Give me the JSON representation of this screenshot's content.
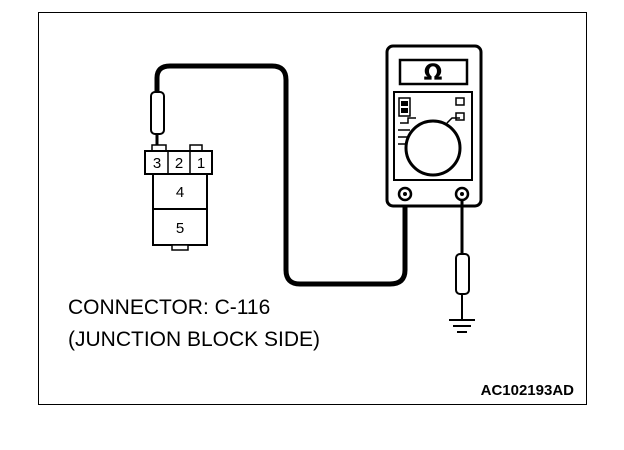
{
  "connector": {
    "pins_top": [
      "3",
      "2",
      "1"
    ],
    "pin_middle": "4",
    "pin_bottom": "5"
  },
  "meter": {
    "symbol": "Ω"
  },
  "label": {
    "line1": "CONNECTOR: C-116",
    "line2": "(JUNCTION BLOCK SIDE)"
  },
  "figure_id": "AC102193AD"
}
